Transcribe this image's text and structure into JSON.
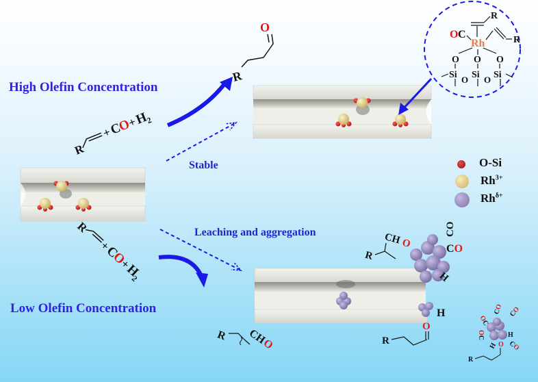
{
  "labels": {
    "high_olefin": "High Olefin Concentration",
    "low_olefin": "Low Olefin Concentration",
    "stable": "Stable",
    "leaching": "Leaching and aggregation"
  },
  "reaction": {
    "R": "R",
    "plus": "+",
    "C": "C",
    "O": "O",
    "H": "H",
    "sub2": "2"
  },
  "complex_inset": {
    "metal": "Rh",
    "co_O": "O",
    "co_C": "C",
    "R": "R",
    "O": "O",
    "Si": "Si"
  },
  "legend": {
    "items": [
      {
        "label": "O-Si",
        "sup": "",
        "color": "#b01818"
      },
      {
        "label": "Rh",
        "sup": "3+",
        "color": "#e4d28a"
      },
      {
        "label": "Rh",
        "sup": "δ+",
        "color": "#9a8fc2"
      }
    ]
  },
  "products": {
    "aldehyde_R": "R",
    "aldehyde_O": "O",
    "branched_CH": "CH",
    "branched_O": "O",
    "CO": "CO",
    "H": "H"
  },
  "colors": {
    "accent_blue": "#1a1ae6",
    "title_blue": "#3322dd",
    "oxygen_red": "#e01818",
    "rh_orange": "#f07a4a",
    "rh3_yellow": "#e4d28a",
    "rhdelta_purple": "#9a8fc2"
  }
}
